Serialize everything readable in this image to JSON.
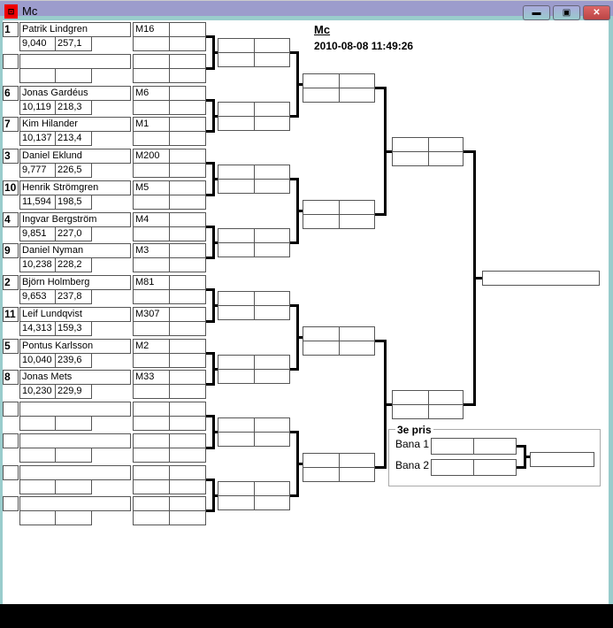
{
  "window": {
    "title": "Mc",
    "minimize": "▬",
    "maximize": "▣",
    "close": "✕"
  },
  "header": {
    "title": "Mc",
    "datetime": "2010-08-08 11:49:26"
  },
  "entries": [
    {
      "seed": "1",
      "name": "Patrik Lindgren",
      "s1": "9,040",
      "s2": "257,1",
      "match": "M16"
    },
    {
      "seed": "",
      "name": "",
      "s1": "",
      "s2": "",
      "match": ""
    },
    {
      "seed": "6",
      "name": "Jonas Gardéus",
      "s1": "10,119",
      "s2": "218,3",
      "match": "M6"
    },
    {
      "seed": "7",
      "name": "Kim Hilander",
      "s1": "10,137",
      "s2": "213,4",
      "match": "M1"
    },
    {
      "seed": "3",
      "name": "Daniel Eklund",
      "s1": "9,777",
      "s2": "226,5",
      "match": "M200"
    },
    {
      "seed": "10",
      "name": "Henrik Strömgren",
      "s1": "11,594",
      "s2": "198,5",
      "match": "M5"
    },
    {
      "seed": "4",
      "name": "Ingvar Bergström",
      "s1": "9,851",
      "s2": "227,0",
      "match": "M4"
    },
    {
      "seed": "9",
      "name": "Daniel Nyman",
      "s1": "10,238",
      "s2": "228,2",
      "match": "M3"
    },
    {
      "seed": "2",
      "name": "Björn Holmberg",
      "s1": "9,653",
      "s2": "237,8",
      "match": "M81"
    },
    {
      "seed": "11",
      "name": "Leif Lundqvist",
      "s1": "14,313",
      "s2": "159,3",
      "match": "M307"
    },
    {
      "seed": "5",
      "name": "Pontus Karlsson",
      "s1": "10,040",
      "s2": "239,6",
      "match": "M2"
    },
    {
      "seed": "8",
      "name": "Jonas Mets",
      "s1": "10,230",
      "s2": "229,9",
      "match": "M33"
    },
    {
      "seed": "",
      "name": "",
      "s1": "",
      "s2": "",
      "match": ""
    },
    {
      "seed": "",
      "name": "",
      "s1": "",
      "s2": "",
      "match": ""
    },
    {
      "seed": "",
      "name": "",
      "s1": "",
      "s2": "",
      "match": ""
    },
    {
      "seed": "",
      "name": "",
      "s1": "",
      "s2": "",
      "match": ""
    }
  ],
  "third_place": {
    "title": "3e pris",
    "lane1": "Bana 1",
    "lane2": "Bana 2"
  }
}
